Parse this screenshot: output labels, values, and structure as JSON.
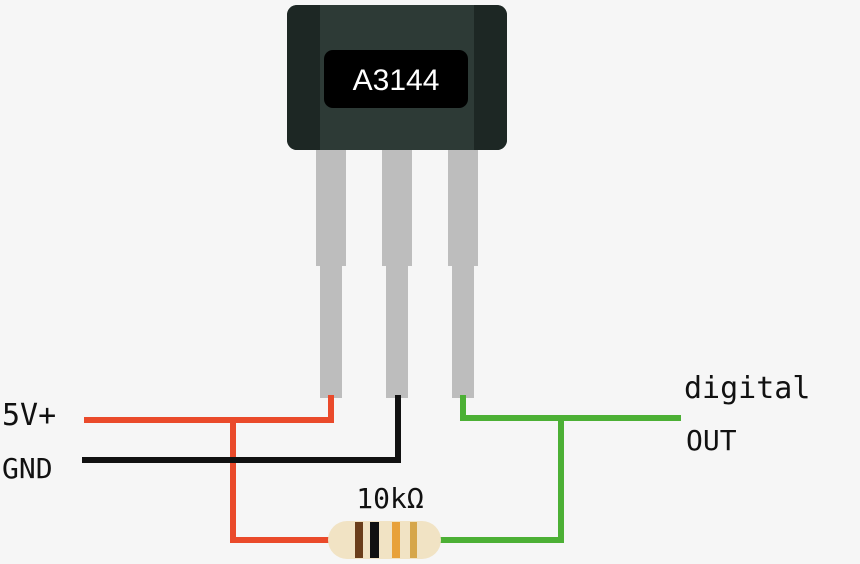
{
  "chip": {
    "label": "A3144",
    "body_color": "#2d3a36",
    "body_edge_color": "#1d2724",
    "label_bg_color": "#000000",
    "label_text_color": "#ffffff"
  },
  "pins": {
    "color": "#bdbdbd"
  },
  "labels": {
    "vcc": "5V+",
    "gnd": "GND",
    "out_line1": "digital",
    "out_line2": "OUT",
    "resistor": "10kΩ"
  },
  "wires": {
    "vcc_color": "#ea4a2b",
    "gnd_color": "#111111",
    "out_color": "#4cb035"
  },
  "resistor": {
    "body_color": "#f1e3c4",
    "band_colors": [
      "#6b3e1a",
      "#111111",
      "#e8a13a",
      "#d6a64a"
    ]
  }
}
